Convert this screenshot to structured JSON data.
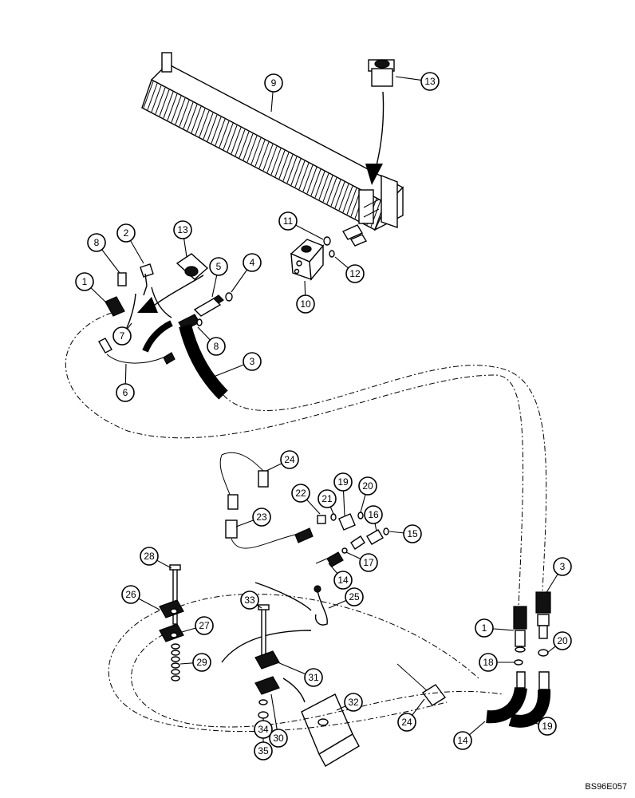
{
  "drawing": {
    "reference_code": "BS96E057"
  },
  "callouts": [
    {
      "id": "c9",
      "label": "9"
    },
    {
      "id": "c13a",
      "label": "13"
    },
    {
      "id": "c11",
      "label": "11"
    },
    {
      "id": "c12",
      "label": "12"
    },
    {
      "id": "c10",
      "label": "10"
    },
    {
      "id": "c8a",
      "label": "8"
    },
    {
      "id": "c2",
      "label": "2"
    },
    {
      "id": "c13b",
      "label": "13"
    },
    {
      "id": "c5",
      "label": "5"
    },
    {
      "id": "c4",
      "label": "4"
    },
    {
      "id": "c1a",
      "label": "1"
    },
    {
      "id": "c7",
      "label": "7"
    },
    {
      "id": "c8b",
      "label": "8"
    },
    {
      "id": "c3a",
      "label": "3"
    },
    {
      "id": "c6",
      "label": "6"
    },
    {
      "id": "c24a",
      "label": "24"
    },
    {
      "id": "c22",
      "label": "22"
    },
    {
      "id": "c21",
      "label": "21"
    },
    {
      "id": "c19a",
      "label": "19"
    },
    {
      "id": "c20a",
      "label": "20"
    },
    {
      "id": "c16",
      "label": "16"
    },
    {
      "id": "c15",
      "label": "15"
    },
    {
      "id": "c23",
      "label": "23"
    },
    {
      "id": "c17",
      "label": "17"
    },
    {
      "id": "c14a",
      "label": "14"
    },
    {
      "id": "c28",
      "label": "28"
    },
    {
      "id": "c26",
      "label": "26"
    },
    {
      "id": "c27",
      "label": "27"
    },
    {
      "id": "c33",
      "label": "33"
    },
    {
      "id": "c25",
      "label": "25"
    },
    {
      "id": "c3b",
      "label": "3"
    },
    {
      "id": "c1b",
      "label": "1"
    },
    {
      "id": "c20b",
      "label": "20"
    },
    {
      "id": "c18",
      "label": "18"
    },
    {
      "id": "c29",
      "label": "29"
    },
    {
      "id": "c31",
      "label": "31"
    },
    {
      "id": "c32",
      "label": "32"
    },
    {
      "id": "c24b",
      "label": "24"
    },
    {
      "id": "c14b",
      "label": "14"
    },
    {
      "id": "c19b",
      "label": "19"
    },
    {
      "id": "c34",
      "label": "34"
    },
    {
      "id": "c30",
      "label": "30"
    },
    {
      "id": "c35",
      "label": "35"
    }
  ]
}
